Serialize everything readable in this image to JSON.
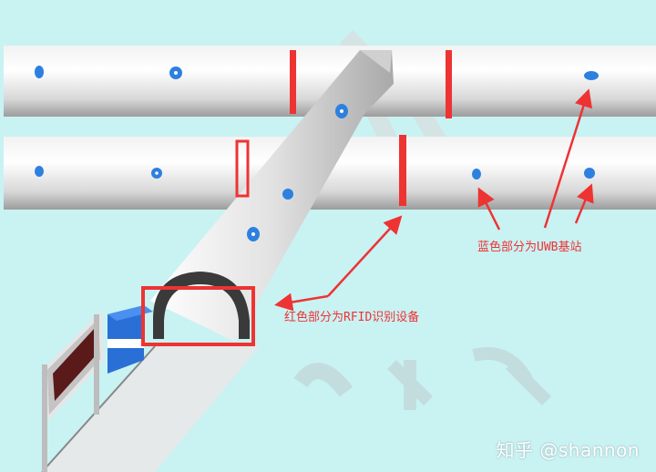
{
  "colors": {
    "background": "#c9f2f3",
    "rfid": "#ee3333",
    "uwb": "#2d80e0",
    "annotation_arrow": "#ee3333",
    "annotation_text": "#ee3333"
  },
  "labels": {
    "uwb_label": "蓝色部分为UWB基站",
    "rfid_label": "红色部分为RFID识别设备"
  },
  "watermark": {
    "text": "知乎 @shannon"
  },
  "legend": {
    "uwb_color_name": "blue",
    "rfid_color_name": "red"
  }
}
